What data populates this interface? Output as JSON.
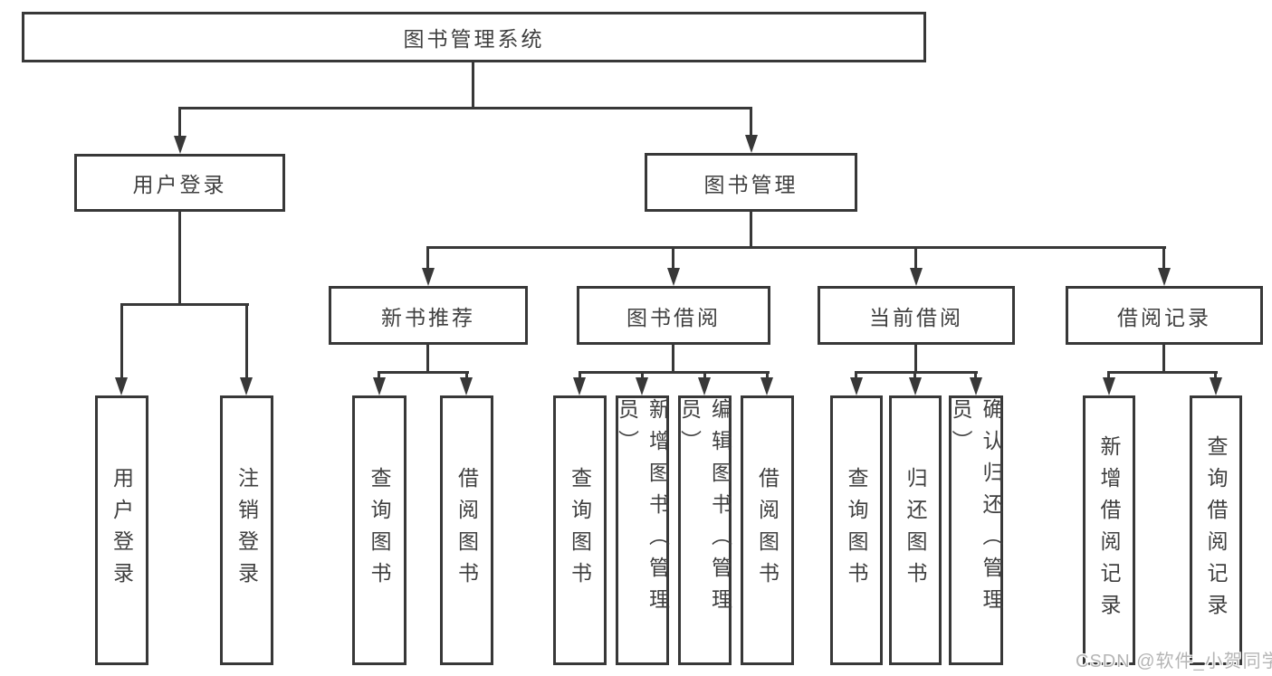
{
  "diagram_type": "hierarchy-tree",
  "tree": {
    "label": "图书管理系统",
    "children": [
      {
        "label": "用户登录",
        "children": [
          {
            "label": "用户登录"
          },
          {
            "label": "注销登录"
          }
        ]
      },
      {
        "label": "图书管理",
        "children": [
          {
            "label": "新书推荐",
            "children": [
              {
                "label": "查询图书"
              },
              {
                "label": "借阅图书"
              }
            ]
          },
          {
            "label": "图书借阅",
            "children": [
              {
                "label": "查询图书"
              },
              {
                "label": "新增图书（管理员）"
              },
              {
                "label": "编辑图书（管理员）"
              },
              {
                "label": "借阅图书"
              }
            ]
          },
          {
            "label": "当前借阅",
            "children": [
              {
                "label": "查询图书"
              },
              {
                "label": "归还图书"
              },
              {
                "label": "确认归还（管理员）"
              }
            ]
          },
          {
            "label": "借阅记录",
            "children": [
              {
                "label": "新增借阅记录"
              },
              {
                "label": "查询借阅记录"
              }
            ]
          }
        ]
      }
    ]
  },
  "watermark": {
    "text": "CSDN @软件_小贺同学"
  },
  "colors": {
    "line": "#383838",
    "text": "#3f3f3f",
    "watermark": "#b5b5b5",
    "background": "#ffffff"
  }
}
